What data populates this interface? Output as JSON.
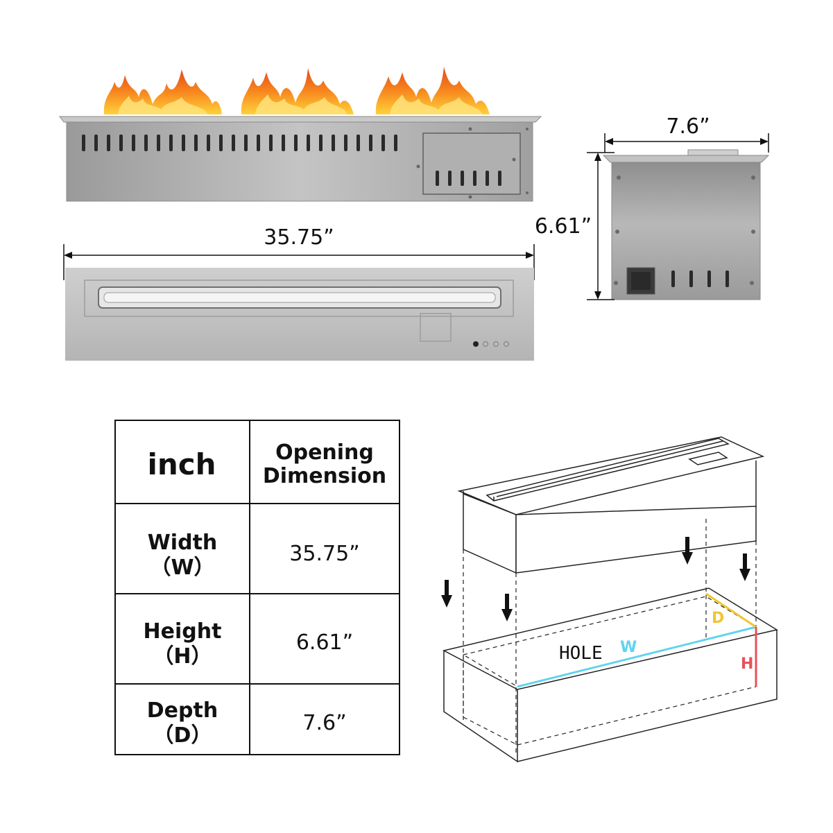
{
  "dimensions": {
    "width_label": "35.75”",
    "depth_label": "7.6”",
    "height_label": "6.61”"
  },
  "table": {
    "header_left": "inch",
    "header_right_line1": "Opening",
    "header_right_line2": "Dimension",
    "rows": [
      {
        "name": "Width",
        "abbr": "（W）",
        "value": "35.75”"
      },
      {
        "name": "Height",
        "abbr": "（H）",
        "value": "6.61”"
      },
      {
        "name": "Depth",
        "abbr": "（D）",
        "value": "7.6”"
      }
    ]
  },
  "install": {
    "hole_label": "HOLE",
    "w_letter": "W",
    "d_letter": "D",
    "h_letter": "H"
  },
  "colors": {
    "w_line": "#5fd4ef",
    "d_line": "#f2c530",
    "h_line": "#e8505a",
    "steel": "#a6a6a6",
    "flame": "#f26a1b"
  }
}
